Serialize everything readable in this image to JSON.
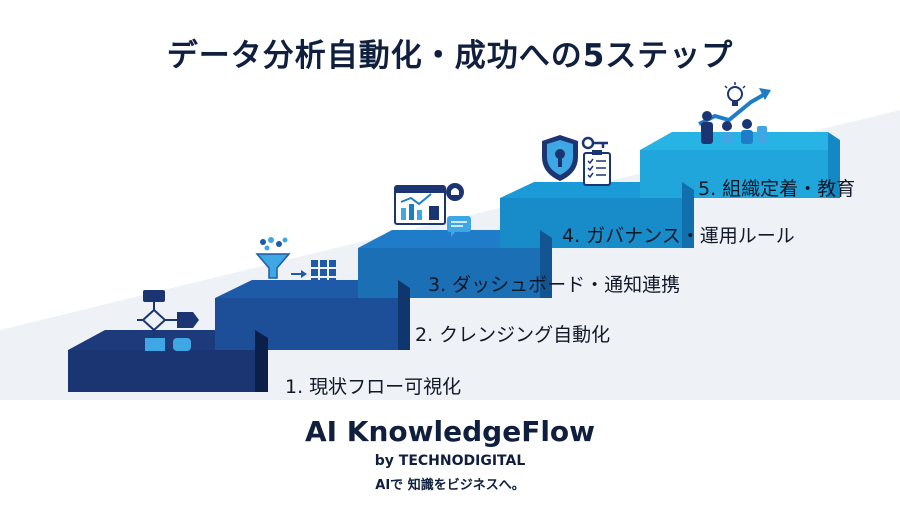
{
  "title": "データ分析自動化・成功への5ステップ",
  "steps": [
    {
      "label": "1. 現状フロー可視化",
      "icon": "flowchart-icon",
      "color": "#1d3a7a"
    },
    {
      "label": "2. クレンジング自動化",
      "icon": "data-cleansing-funnel-icon",
      "color": "#1f5aa8"
    },
    {
      "label": "3. ダッシュボード・通知連携",
      "icon": "dashboard-notification-icon",
      "color": "#1e7cc8"
    },
    {
      "label": "4. ガバナンス・運用ルール",
      "icon": "security-governance-icon",
      "color": "#1a9bd8"
    },
    {
      "label": "5. 組織定着・教育",
      "icon": "team-growth-icon",
      "color": "#27b3e4"
    }
  ],
  "brand": {
    "name": "AI KnowledgeFlow",
    "by": "by TECHNODIGITAL",
    "tagline": "AIで 知識をビジネスへ。"
  },
  "colors": {
    "dark_navy": "#0f1f3d",
    "riser_shadow": "#0c2350",
    "background_gray": "#e9eef5"
  }
}
